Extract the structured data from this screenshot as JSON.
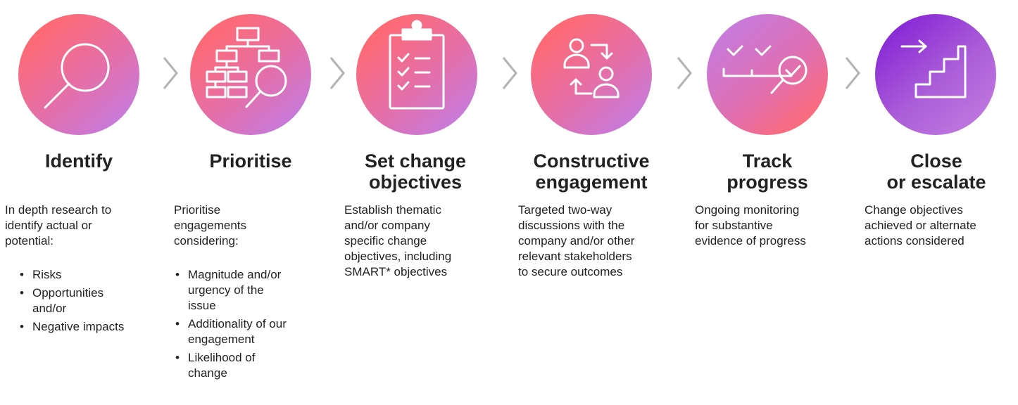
{
  "steps": [
    {
      "title_lines": [
        "Identify"
      ],
      "desc_lines": [
        "In depth research to",
        "identify actual or",
        "potential:"
      ],
      "bullets": [
        [
          "Risks"
        ],
        [
          "Opportunities",
          "and/or"
        ],
        [
          "Negative impacts"
        ]
      ],
      "icon": "magnifier-icon"
    },
    {
      "title_lines": [
        "Prioritise"
      ],
      "desc_lines": [
        "Prioritise",
        "engagements",
        "considering:"
      ],
      "bullets": [
        [
          "Magnitude and/or",
          "urgency of the",
          "issue"
        ],
        [
          "Additionality of our",
          "engagement"
        ],
        [
          "Likelihood of",
          "change"
        ]
      ],
      "icon": "hierarchy-search-icon"
    },
    {
      "title_lines": [
        "Set change",
        "objectives"
      ],
      "desc_lines": [
        "Establish thematic",
        "and/or company",
        "specific change",
        "objectives, including",
        "SMART* objectives"
      ],
      "bullets": [],
      "icon": "clipboard-checklist-icon"
    },
    {
      "title_lines": [
        "Constructive",
        "engagement"
      ],
      "desc_lines": [
        "Targeted two-way",
        "discussions with the",
        "company and/or other",
        "relevant stakeholders",
        "to secure outcomes"
      ],
      "bullets": [],
      "icon": "two-way-people-icon"
    },
    {
      "title_lines": [
        "Track",
        "progress"
      ],
      "desc_lines": [
        "Ongoing monitoring",
        "for substantive",
        "evidence of progress"
      ],
      "bullets": [],
      "icon": "checks-magnifier-icon"
    },
    {
      "title_lines": [
        "Close",
        "or escalate"
      ],
      "desc_lines": [
        "Change objectives",
        "achieved or alternate",
        "actions considered"
      ],
      "bullets": [],
      "icon": "stairs-arrow-icon"
    }
  ],
  "colors": {
    "coral": "#ff6a73",
    "pink": "#e46fa9",
    "lavender": "#c47be0",
    "purple": "#8a2bd6",
    "chevron": "#b3b3b3"
  }
}
